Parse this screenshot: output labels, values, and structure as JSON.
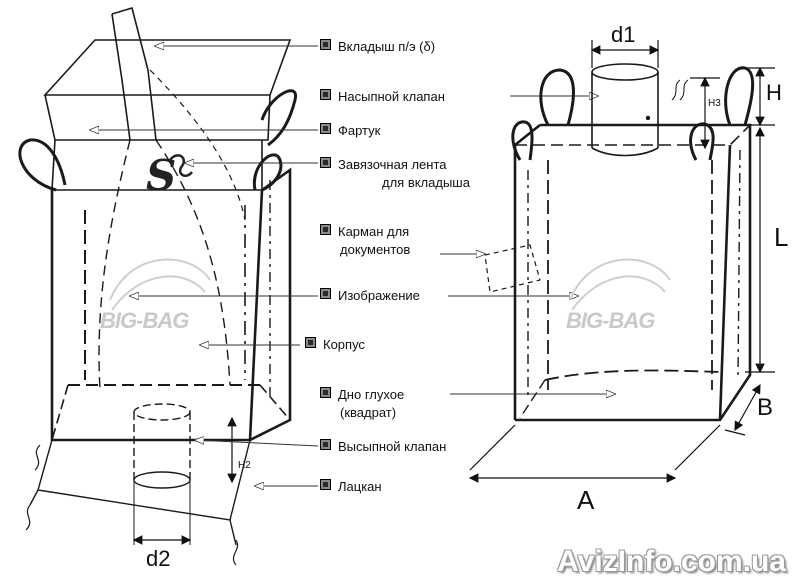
{
  "labels": {
    "liner": "Вкладыш п/э (δ)",
    "filling_valve": "Насыпной клапан",
    "apron": "Фартук",
    "tie_line1": "Завязочная лента",
    "tie_line2": "для вкладыша",
    "pocket_line1": "Карман для",
    "pocket_line2": "документов",
    "image": "Изображение",
    "body": "Корпус",
    "bottom_line1": "Дно глухое",
    "bottom_line2": "(квадрат)",
    "discharge_valve": "Высыпной клапан",
    "lapel": "Лацкан"
  },
  "dimensions": {
    "d1": "d1",
    "d2": "d2",
    "h": "H",
    "h2": "H2",
    "h3": "H3",
    "l": "L",
    "a": "A",
    "b": "B"
  },
  "watermark": {
    "logo_text": "BIG-BAG",
    "site": "AvizInfo.com.ua"
  },
  "colors": {
    "line": "#1a1a1a",
    "watermark": "#c9c9c9",
    "marker": "#2b2b2b"
  }
}
